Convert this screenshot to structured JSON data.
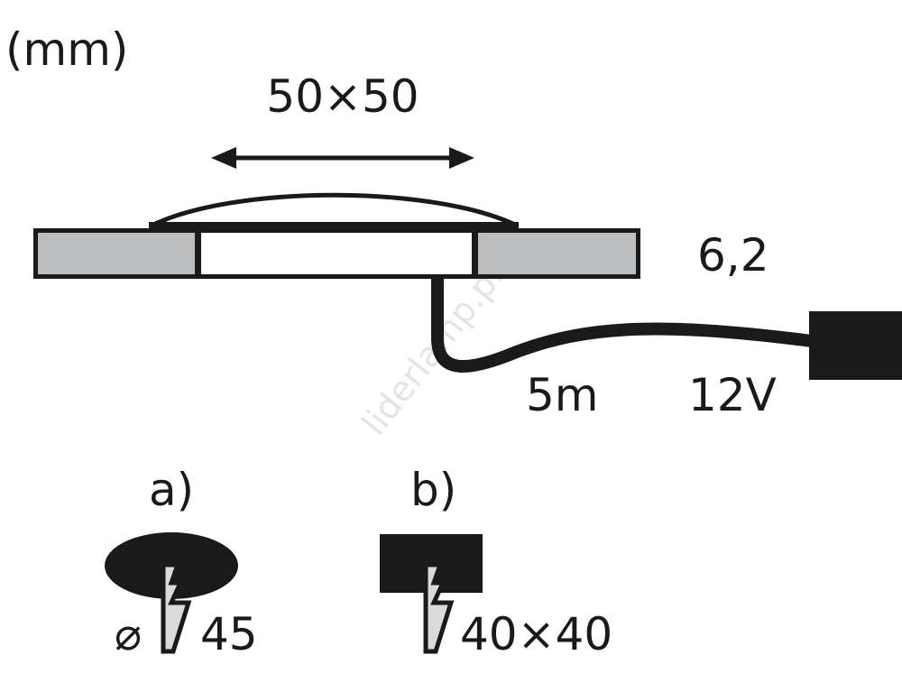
{
  "units_label": "(mm)",
  "width_label": "50×50",
  "height_label": "6,2",
  "cable_length_label": "5m",
  "voltage_label": "12V",
  "watermark": "liderlamp.pl",
  "option_a": {
    "label": "a)",
    "diameter_symbol": "⌀",
    "size": "45"
  },
  "option_b": {
    "label": "b)",
    "size": "40×40"
  },
  "colors": {
    "ink": "#1a1a1a",
    "fill_gray": "#bcbdbf",
    "screw_gray": "#d9dadb"
  }
}
